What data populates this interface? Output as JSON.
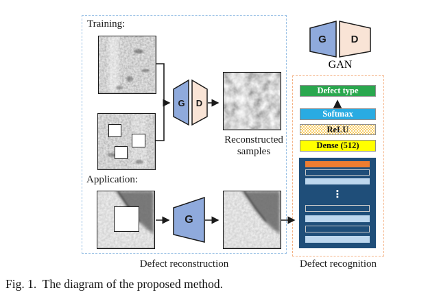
{
  "figure": {
    "caption": "Fig. 1.  The diagram of the proposed method.",
    "training_label": "Training:",
    "application_label": "Application:",
    "reconstructed_label_line1": "Reconstructed",
    "reconstructed_label_line2": "samples",
    "defect_reconstruction_label": "Defect reconstruction",
    "defect_recognition_label": "Defect recognition",
    "gan_label": "GAN",
    "generator_letter": "G",
    "discriminator_letter": "D",
    "ellipsis": "⋮"
  },
  "recognition_layers": {
    "defect_type": "Defect type",
    "softmax": "Softmax",
    "relu": "ReLU",
    "dense": "Dense (512)"
  },
  "network_bars": [
    "orange",
    "checker",
    "lightblue",
    "dots",
    "checker",
    "lightblue",
    "checker",
    "lightblue"
  ],
  "colors": {
    "generator_fill": "#8FAADC",
    "discriminator_fill": "#F9E4D6",
    "green_bar": "#2AA74E",
    "softmax_blue": "#29ABE2",
    "dense_yellow": "#FFFF00",
    "dark_panel": "#1F4E79",
    "orange_bar": "#ED7D31",
    "light_blue_bar": "#BDD7EE",
    "blue_dashed_border": "#9DC3E6",
    "orange_dashed_border": "#F4B183"
  }
}
